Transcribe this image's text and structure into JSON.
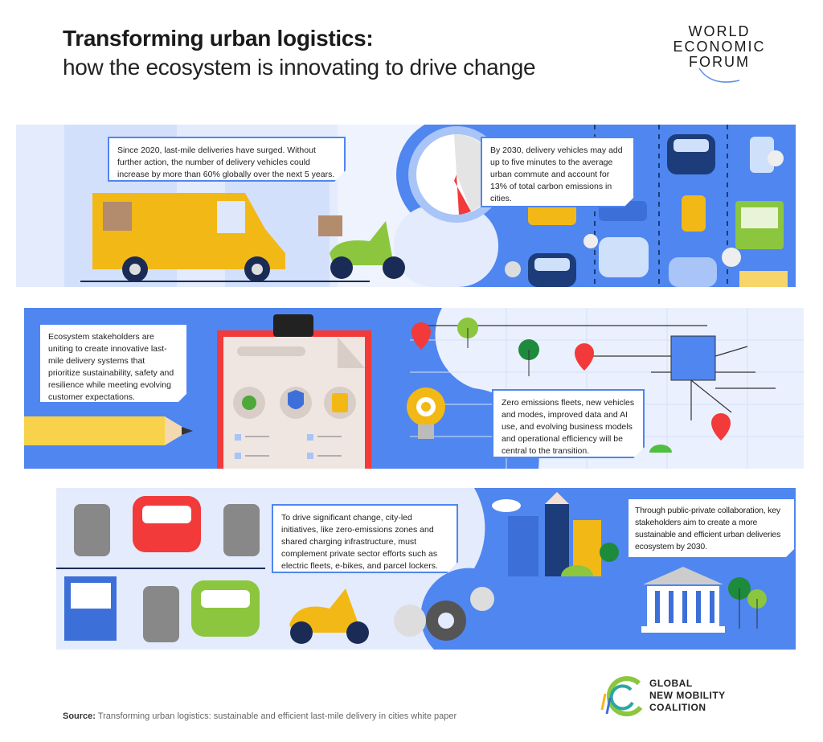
{
  "header": {
    "title": "Transforming urban logistics:",
    "subtitle": "how the ecosystem is innovating to drive change"
  },
  "wef_logo": {
    "lines": [
      "WORLD",
      "ECONOMIC",
      "FORUM"
    ]
  },
  "panels": {
    "surge": "Since 2020, last-mile deliveries have surged. Without further action, the number of delivery vehicles could increase by more than 60% globally over the next 5 years.",
    "commute": "By 2030, delivery vehicles may add up to five minutes to the average urban commute and account for 13% of total carbon emissions in cities.",
    "stakeholders": "Ecosystem stakeholders are uniting to create innovative last-mile delivery systems that prioritize sustainability, safety and resilience while meeting evolving customer expectations.",
    "innovation": "Zero emissions fleets, new vehicles and modes, improved data and AI use, and evolving business models and operational efficiency will be central to the transition.",
    "city": "To drive significant change, city-led initiatives, like zero-emissions zones and shared charging infrastructure, must complement private sector efforts such as electric fleets, e-bikes, and parcel lockers.",
    "collaboration": "Through public-private collaboration, key stakeholders aim to create a more sustainable and efficient urban deliveries ecosystem by 2030."
  },
  "gnmc_logo": {
    "lines": [
      "GLOBAL",
      "NEW MOBILITY",
      "COALITION"
    ]
  },
  "footer": {
    "source_label": "Source:",
    "source_text": " Transforming urban logistics: sustainable and efficient last-mile delivery in cities white paper"
  },
  "colors": {
    "blue": "#4f86f0",
    "light": "#e3ebfc",
    "yellow": "#f2b816",
    "red": "#f23a3a",
    "green": "#8cc63f"
  }
}
